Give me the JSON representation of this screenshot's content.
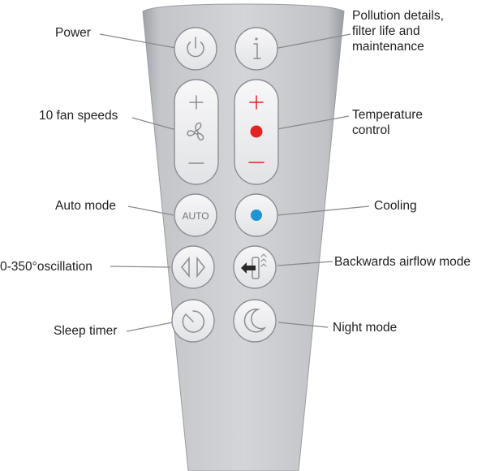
{
  "labels": {
    "power": "Power",
    "pollution": "Pollution details,\nfilter life and\nmaintenance",
    "fan_speeds": "10 fan speeds",
    "temperature": "Temperature\ncontrol",
    "auto_mode": "Auto mode",
    "cooling": "Cooling",
    "oscillation": "0-350°oscillation",
    "backwards_airflow": "Backwards airflow mode",
    "sleep_timer": "Sleep timer",
    "night_mode": "Night mode"
  },
  "buttons": {
    "auto_text": "AUTO",
    "plus": "+",
    "minus": "−"
  },
  "colors": {
    "remote_body": "#c7c9cc",
    "button_face": "#eeeff1",
    "button_outline": "#8b8e93",
    "icon": "#8a8d92",
    "temperature_accent": "#e32222",
    "cooling_accent": "#1e95d4",
    "leader_line": "#8a8a8a",
    "label_text": "#1f1f1f"
  },
  "icons": [
    "power-icon",
    "info-icon",
    "fan-icon",
    "heat-dot-icon",
    "cooling-dot-icon",
    "oscillation-icon",
    "backwards-airflow-icon",
    "sleep-timer-icon",
    "night-mode-icon"
  ]
}
